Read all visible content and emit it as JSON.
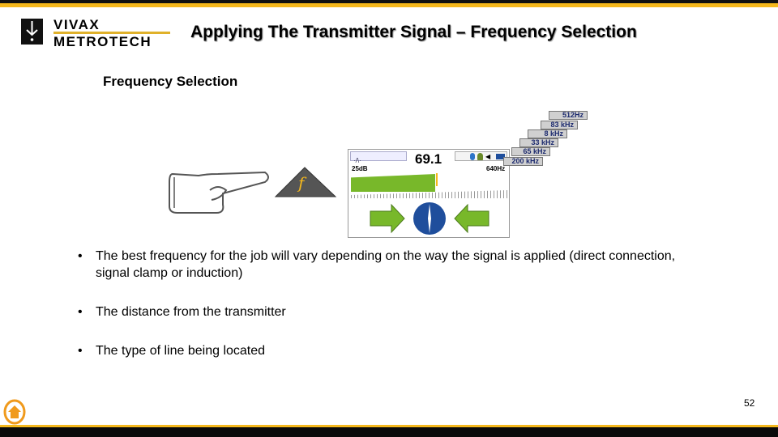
{
  "header": {
    "logo_line1": "VIVAX",
    "logo_line2": "METROTECH",
    "title": "Applying The Transmitter Signal – Frequency Selection"
  },
  "subtitle": "Frequency Selection",
  "device": {
    "reading": "69.1",
    "gain": "25dB",
    "frequency": "640Hz",
    "frequencies": [
      "512Hz",
      "83 kHz",
      "8 kHz",
      "33 kHz",
      "65 kHz",
      "200 kHz"
    ],
    "signal_fraction": 0.58
  },
  "function_key_label": "f",
  "bullets": [
    "The best frequency for the job will vary depending on the way the signal is applied (direct connection, signal clamp or induction)",
    "The distance from the transmitter",
    "The type of line being located"
  ],
  "page_number": "52",
  "colors": {
    "accent": "#f5b81c",
    "green": "#78b82a",
    "blue": "#1f4e9c"
  }
}
